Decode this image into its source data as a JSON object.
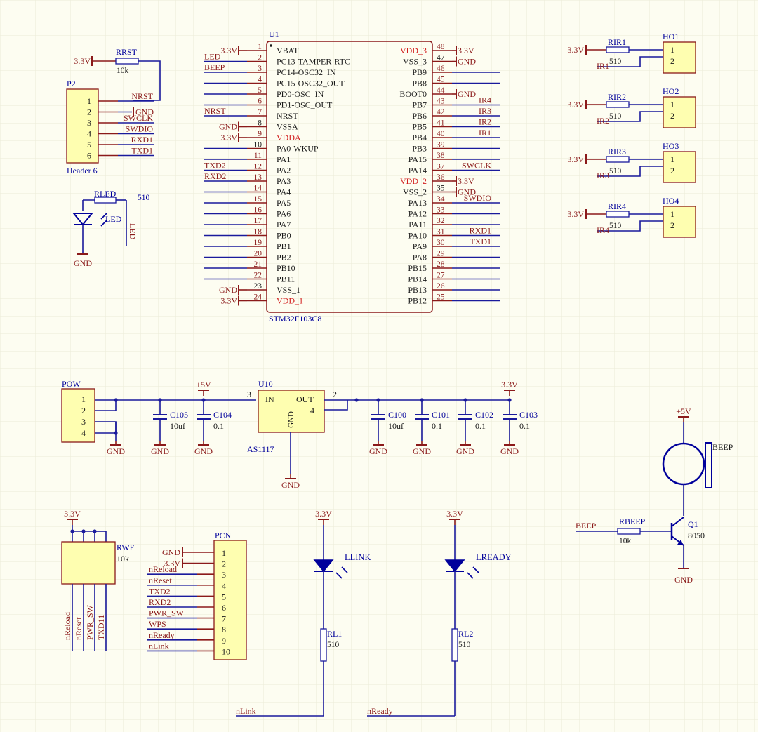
{
  "colors": {
    "wire": "#1a1a9c",
    "pin": "#8b1a1a",
    "label": "#8b1a1a",
    "text": "#1a1a1a",
    "body": "#fefeb0",
    "red": "#d21e1e",
    "grid": "#ececd8",
    "blue": "#00009b"
  },
  "u1": {
    "ref": "U1",
    "part": "STM32F103C8",
    "left": [
      {
        "num": "1",
        "name": "VBAT",
        "net": "3.3V",
        "kind": "port"
      },
      {
        "num": "2",
        "name": "PC13-TAMPER-RTC",
        "net": "LED",
        "kind": "label"
      },
      {
        "num": "3",
        "name": "PC14-OSC32_IN",
        "net": "BEEP",
        "kind": "label"
      },
      {
        "num": "4",
        "name": "PC15-OSC32_OUT",
        "net": "",
        "kind": "wire"
      },
      {
        "num": "5",
        "name": "PD0-OSC_IN",
        "net": "",
        "kind": "wire"
      },
      {
        "num": "6",
        "name": "PD1-OSC_OUT",
        "net": "",
        "kind": "wire"
      },
      {
        "num": "7",
        "name": "NRST",
        "net": "NRST",
        "kind": "label"
      },
      {
        "num": "8",
        "name": "VSSA",
        "net": "GND",
        "kind": "port",
        "black": true
      },
      {
        "num": "9",
        "name": "VDDA",
        "net": "3.3V",
        "kind": "port",
        "red": true
      },
      {
        "num": "10",
        "name": "PA0-WKUP",
        "net": "",
        "kind": "wire",
        "black": true
      },
      {
        "num": "11",
        "name": "PA1",
        "net": "",
        "kind": "wire"
      },
      {
        "num": "12",
        "name": "PA2",
        "net": "TXD2",
        "kind": "label"
      },
      {
        "num": "13",
        "name": "PA3",
        "net": "RXD2",
        "kind": "label"
      },
      {
        "num": "14",
        "name": "PA4",
        "net": "",
        "kind": "wire"
      },
      {
        "num": "15",
        "name": "PA5",
        "net": "",
        "kind": "wire"
      },
      {
        "num": "16",
        "name": "PA6",
        "net": "",
        "kind": "wire"
      },
      {
        "num": "17",
        "name": "PA7",
        "net": "",
        "kind": "wire"
      },
      {
        "num": "18",
        "name": "PB0",
        "net": "",
        "kind": "wire"
      },
      {
        "num": "19",
        "name": "PB1",
        "net": "",
        "kind": "wire"
      },
      {
        "num": "20",
        "name": "PB2",
        "net": "",
        "kind": "wire"
      },
      {
        "num": "21",
        "name": "PB10",
        "net": "",
        "kind": "wire"
      },
      {
        "num": "22",
        "name": "PB11",
        "net": "",
        "kind": "wire"
      },
      {
        "num": "23",
        "name": "VSS_1",
        "net": "GND",
        "kind": "port",
        "black": true
      },
      {
        "num": "24",
        "name": "VDD_1",
        "net": "3.3V",
        "kind": "port",
        "red": true
      }
    ],
    "right": [
      {
        "num": "48",
        "name": "VDD_3",
        "net": "3.3V",
        "kind": "port",
        "red": true
      },
      {
        "num": "47",
        "name": "VSS_3",
        "net": "GND",
        "kind": "port",
        "black": true
      },
      {
        "num": "46",
        "name": "PB9",
        "net": "",
        "kind": "wire"
      },
      {
        "num": "45",
        "name": "PB8",
        "net": "",
        "kind": "wire"
      },
      {
        "num": "44",
        "name": "BOOT0",
        "net": "GND",
        "kind": "port"
      },
      {
        "num": "43",
        "name": "PB7",
        "net": "IR4",
        "kind": "label"
      },
      {
        "num": "42",
        "name": "PB6",
        "net": "IR3",
        "kind": "label"
      },
      {
        "num": "41",
        "name": "PB5",
        "net": "IR2",
        "kind": "label"
      },
      {
        "num": "40",
        "name": "PB4",
        "net": "IR1",
        "kind": "label"
      },
      {
        "num": "39",
        "name": "PB3",
        "net": "",
        "kind": "wire"
      },
      {
        "num": "38",
        "name": "PA15",
        "net": "",
        "kind": "wire"
      },
      {
        "num": "37",
        "name": "PA14",
        "net": "SWCLK",
        "kind": "label"
      },
      {
        "num": "36",
        "name": "VDD_2",
        "net": "3.3V",
        "kind": "port",
        "red": true
      },
      {
        "num": "35",
        "name": "VSS_2",
        "net": "GND",
        "kind": "port",
        "black": true
      },
      {
        "num": "34",
        "name": "PA13",
        "net": "SWDIO",
        "kind": "label"
      },
      {
        "num": "33",
        "name": "PA12",
        "net": "",
        "kind": "wire"
      },
      {
        "num": "32",
        "name": "PA11",
        "net": "",
        "kind": "wire"
      },
      {
        "num": "31",
        "name": "PA10",
        "net": "RXD1",
        "kind": "label"
      },
      {
        "num": "30",
        "name": "PA9",
        "net": "TXD1",
        "kind": "label"
      },
      {
        "num": "29",
        "name": "PA8",
        "net": "",
        "kind": "wire"
      },
      {
        "num": "28",
        "name": "PB15",
        "net": "",
        "kind": "wire"
      },
      {
        "num": "27",
        "name": "PB14",
        "net": "",
        "kind": "wire"
      },
      {
        "num": "26",
        "name": "PB13",
        "net": "",
        "kind": "wire"
      },
      {
        "num": "25",
        "name": "PB12",
        "net": "",
        "kind": "wire"
      }
    ]
  },
  "p2": {
    "ref": "P2",
    "name": "Header 6",
    "pins": [
      "1",
      "2",
      "3",
      "4",
      "5",
      "6"
    ],
    "nets": [
      "NRST",
      "GND",
      "SWCLK",
      "SWDIO",
      "RXD1",
      "TXD1"
    ]
  },
  "rrst": {
    "ref": "RRST",
    "value": "10k",
    "supply": "3.3V"
  },
  "rled": {
    "ref": "RLED",
    "value": "510",
    "diode": "LED",
    "net": "LED",
    "gnd": "GND"
  },
  "ho": [
    {
      "ref": "HO1",
      "res": "RIR1",
      "value": "510",
      "supply": "3.3V",
      "net": "IR1",
      "pins": [
        "1",
        "2"
      ]
    },
    {
      "ref": "HO2",
      "res": "RIR2",
      "value": "510",
      "supply": "3.3V",
      "net": "IR2",
      "pins": [
        "1",
        "2"
      ]
    },
    {
      "ref": "HO3",
      "res": "RIR3",
      "value": "510",
      "supply": "3.3V",
      "net": "IR3",
      "pins": [
        "1",
        "2"
      ]
    },
    {
      "ref": "HO4",
      "res": "RIR4",
      "value": "510",
      "supply": "3.3V",
      "net": "IR4",
      "pins": [
        "1",
        "2"
      ]
    }
  ],
  "power": {
    "pow": {
      "ref": "POW",
      "pins": [
        "1",
        "2",
        "3",
        "4"
      ]
    },
    "v5": "+5V",
    "v33": "3.3V",
    "gnd": "GND",
    "u10": {
      "ref": "U10",
      "part": "AS1117",
      "in": "IN",
      "out": "OUT",
      "gndpin": "GND",
      "pin_in": "3",
      "pin_out1": "2",
      "pin_out2": "4"
    },
    "caps_in": [
      {
        "ref": "C105",
        "value": "10uf"
      },
      {
        "ref": "C104",
        "value": "0.1"
      }
    ],
    "caps_out": [
      {
        "ref": "C100",
        "value": "10uf"
      },
      {
        "ref": "C101",
        "value": "0.1"
      },
      {
        "ref": "C102",
        "value": "0.1"
      },
      {
        "ref": "C103",
        "value": "0.1"
      }
    ]
  },
  "rwf": {
    "ref": "RWF",
    "value": "10k",
    "supply": "3.3V",
    "nets": [
      "nReload",
      "nReset",
      "PWR_SW",
      "TXD11"
    ]
  },
  "pcn": {
    "ref": "PCN",
    "pins": [
      "1",
      "2",
      "3",
      "4",
      "5",
      "6",
      "7",
      "8",
      "9",
      "10"
    ],
    "nets": [
      "GND",
      "3.3V",
      "nReload",
      "nReset",
      "TXD2",
      "RXD2",
      "PWR_SW",
      "WPS",
      "nReady",
      "nLink"
    ]
  },
  "leds": [
    {
      "ref": "LLINK",
      "res": "RL1",
      "value": "510",
      "supply": "3.3V",
      "net": "nLink"
    },
    {
      "ref": "LREADY",
      "res": "RL2",
      "value": "510",
      "supply": "3.3V",
      "net": "nReady"
    }
  ],
  "beep": {
    "ref": "BEEP",
    "supply": "+5V",
    "res": "RBEEP",
    "value": "10k",
    "net": "BEEP",
    "q": "Q1",
    "qpart": "8050",
    "gnd": "GND"
  }
}
